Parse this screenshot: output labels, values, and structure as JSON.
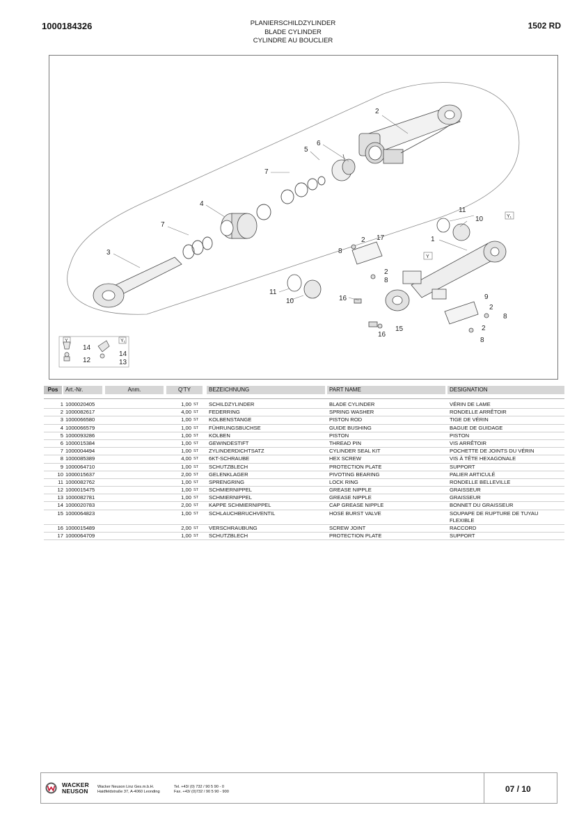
{
  "header": {
    "doc_number": "1000184326",
    "model": "1502 RD",
    "title_de": "PLANIERSCHILDZYLINDER",
    "title_en": "BLADE CYLINDER",
    "title_fr": "CYLINDRE AU BOUCLIER"
  },
  "drawing": {
    "callouts": [
      "1",
      "2",
      "3",
      "4",
      "5",
      "6",
      "7",
      "7",
      "8",
      "8",
      "8",
      "9",
      "10",
      "10",
      "11",
      "11",
      "12",
      "13",
      "14",
      "14",
      "15",
      "16",
      "16",
      "17",
      "2",
      "2",
      "2",
      "8"
    ],
    "y_labels": [
      "Y",
      "Y",
      "Y₁",
      "Y₁"
    ]
  },
  "table": {
    "columns": {
      "pos": "Pos",
      "art": "Art.-Nr.",
      "anm": "Anm.",
      "qty": "Q'TY",
      "bez": "BEZEICHNUNG",
      "part": "PART NAME",
      "des": "DESIGNATION"
    },
    "rows": [
      {
        "pos": "1",
        "art": "1000020405",
        "qty": "1,00",
        "unit": "ST",
        "bez": "SCHILDZYLINDER",
        "part": "BLADE CYLINDER",
        "des": "VÉRIN DE LAME"
      },
      {
        "pos": "2",
        "art": "1000082617",
        "qty": "4,00",
        "unit": "ST",
        "bez": "FEDERRING",
        "part": "SPRING WASHER",
        "des": "RONDELLE ARRÊTOIR"
      },
      {
        "pos": "3",
        "art": "1000066580",
        "qty": "1,00",
        "unit": "ST",
        "bez": "KOLBENSTANGE",
        "part": "PISTON ROD",
        "des": "TIGE DE VÉRIN"
      },
      {
        "pos": "4",
        "art": "1000066579",
        "qty": "1,00",
        "unit": "ST",
        "bez": "FÜHRUNGSBUCHSE",
        "part": "GUIDE BUSHING",
        "des": "BAGUE DE GUIDAGE"
      },
      {
        "pos": "5",
        "art": "1000093286",
        "qty": "1,00",
        "unit": "ST",
        "bez": "KOLBEN",
        "part": "PISTON",
        "des": "PISTON"
      },
      {
        "pos": "6",
        "art": "1000015384",
        "qty": "1,00",
        "unit": "ST",
        "bez": "GEWINDESTIFT",
        "part": "THREAD PIN",
        "des": "VIS ARRÊTOIR"
      },
      {
        "pos": "7",
        "art": "1000004494",
        "qty": "1,00",
        "unit": "ST",
        "bez": "ZYLINDERDICHTSATZ",
        "part": "CYLINDER SEAL KIT",
        "des": "POCHETTE DE JOINTS DU VÉRIN"
      },
      {
        "pos": "8",
        "art": "1000085389",
        "qty": "4,00",
        "unit": "ST",
        "bez": "6KT-SCHRAUBE",
        "part": "HEX SCREW",
        "des": "VIS À TÊTE HEXAGONALE"
      },
      {
        "pos": "9",
        "art": "1000064710",
        "qty": "1,00",
        "unit": "ST",
        "bez": "SCHUTZBLECH",
        "part": "PROTECTION PLATE",
        "des": "SUPPORT"
      },
      {
        "pos": "10",
        "art": "1000015637",
        "qty": "2,00",
        "unit": "ST",
        "bez": "GELENKLAGER",
        "part": "PIVOTING BEARING",
        "des": "PALIER ARTICULÉ"
      },
      {
        "pos": "11",
        "art": "1000082762",
        "qty": "1,00",
        "unit": "ST",
        "bez": "SPRENGRING",
        "part": "LOCK RING",
        "des": "RONDELLE BELLEVILLE"
      },
      {
        "pos": "12",
        "art": "1000015475",
        "qty": "1,00",
        "unit": "ST",
        "bez": "SCHMIERNIPPEL",
        "part": "GREASE NIPPLE",
        "des": "GRAISSEUR"
      },
      {
        "pos": "13",
        "art": "1000082781",
        "qty": "1,00",
        "unit": "ST",
        "bez": "SCHMIERNIPPEL",
        "part": "GREASE NIPPLE",
        "des": "GRAISSEUR"
      },
      {
        "pos": "14",
        "art": "1000020783",
        "qty": "2,00",
        "unit": "ST",
        "bez": "KAPPE SCHMIERNIPPEL",
        "part": "CAP GREASE NIPPLE",
        "des": "BONNET DU GRAISSEUR"
      },
      {
        "pos": "15",
        "art": "1000064823",
        "qty": "1,00",
        "unit": "ST",
        "bez": "SCHLAUCHBRUCHVENTIL",
        "part": "HOSE BURST VALVE",
        "des": "SOUPAPE DE RUPTURE DE TUYAU FLEXIBLE"
      },
      {
        "pos": "16",
        "art": "1000015489",
        "qty": "2,00",
        "unit": "ST",
        "bez": "VERSCHRAUBUNG",
        "part": "SCREW JOINT",
        "des": "RACCORD"
      },
      {
        "pos": "17",
        "art": "1000064709",
        "qty": "1,00",
        "unit": "ST",
        "bez": "SCHUTZBLECH",
        "part": "PROTECTION PLATE",
        "des": "SUPPORT"
      }
    ]
  },
  "footer": {
    "brand_line1": "WACKER",
    "brand_line2": "NEUSON",
    "company_line1": "Wacker Neuson Linz  Ges.m.b.H.",
    "company_line2": "Haidfeldstraße 37, A-4060 Leonding",
    "phone": "Tel. +43/ (0) 732 / 90 5 90 - 0",
    "fax": "Fax. +43/ (0)732 / 90 5 90 - 900",
    "page": "07 / 10"
  },
  "colors": {
    "header_cell": "#d6d6d6",
    "logo_red": "#c8102e"
  }
}
